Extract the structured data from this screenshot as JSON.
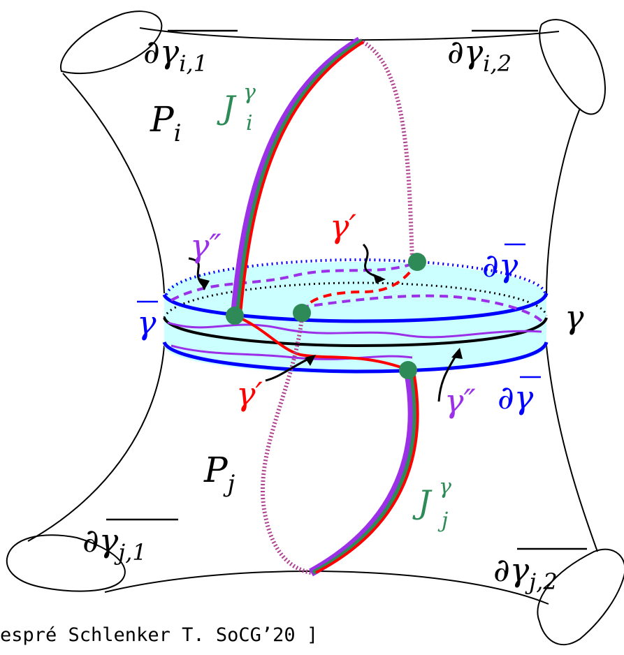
{
  "colors": {
    "outline": "#000000",
    "gamma_prime": "#ff0000",
    "gamma_double_prime": "#9b30e8",
    "junction": "#2e8b57",
    "boundary": "#0000ff",
    "collar_fill": "#ccffff"
  },
  "labels": {
    "d_gamma_i1": {
      "base": "∂γ",
      "sub": "i,1"
    },
    "d_gamma_i2": {
      "base": "∂γ",
      "sub": "i,2"
    },
    "d_gamma_j1": {
      "base": "∂γ",
      "sub": "j,1"
    },
    "d_gamma_j2": {
      "base": "∂γ",
      "sub": "j,2"
    },
    "P_i": {
      "base": "P",
      "sub": "i"
    },
    "P_j": {
      "base": "P",
      "sub": "j"
    },
    "J_i": {
      "base": "J",
      "sup": "γ",
      "sub": "i"
    },
    "J_j": {
      "base": "J",
      "sup": "γ",
      "sub": "j"
    },
    "gamma": "γ",
    "gamma_bar": "γ",
    "gamma_prime_top": "γ′",
    "gamma_prime_bottom": "γ′",
    "gamma_dprime_top": "γ″",
    "gamma_dprime_bottom": "γ″",
    "d_gamma_bar_top": "∂γ",
    "d_gamma_bar_bottom": "∂γ"
  },
  "citation": "espré Schlenker T. SoCG’20 ]"
}
